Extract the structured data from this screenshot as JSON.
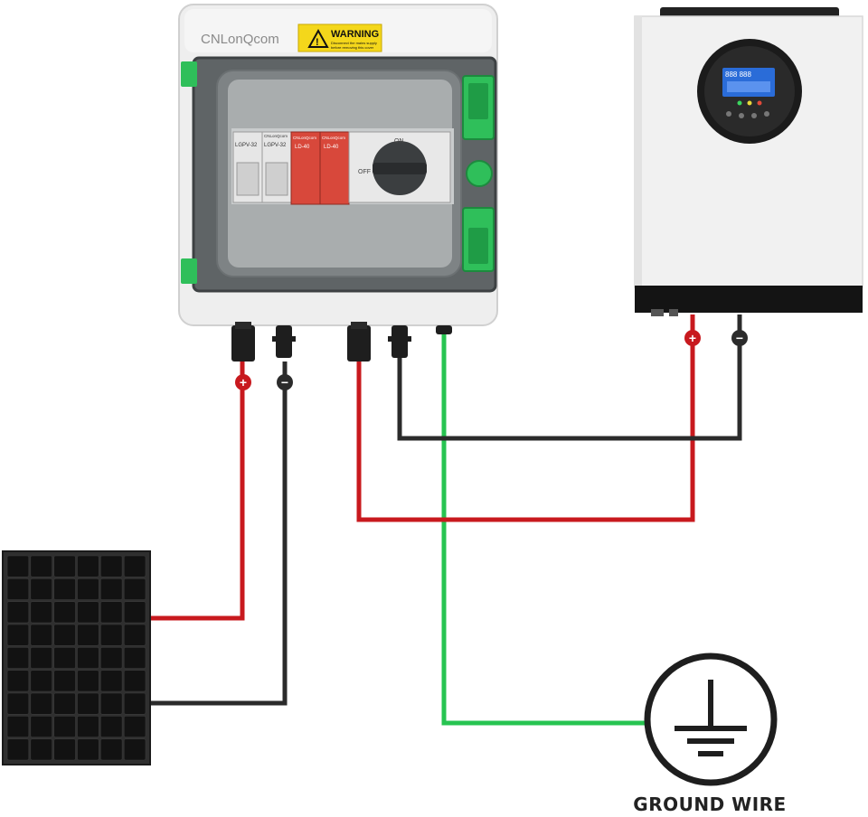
{
  "combiner_box": {
    "brand": "CNLonQcom",
    "warning_title": "WARNING",
    "warning_line1": "Disconnect the mains supply",
    "warning_line2": "before removing this cover",
    "breaker_label": "LGPV-32",
    "breaker_brand": "CNLonQcom",
    "spd_label": "LD-40",
    "spd_brand": "CNLonQcom",
    "isolator_on": "ON",
    "isolator_off": "OFF"
  },
  "inverter": {
    "display_readout": "888 888"
  },
  "polarity": {
    "positive": "+",
    "negative": "−"
  },
  "ground": {
    "caption": "GROUND WIRE"
  },
  "colors": {
    "positive_wire": "#c8191e",
    "negative_wire": "#2b2b2b",
    "ground_wire": "#27c451",
    "accent_green": "#2fbf5a",
    "warning_yellow": "#f4d71b",
    "spd_red": "#d8483b"
  }
}
